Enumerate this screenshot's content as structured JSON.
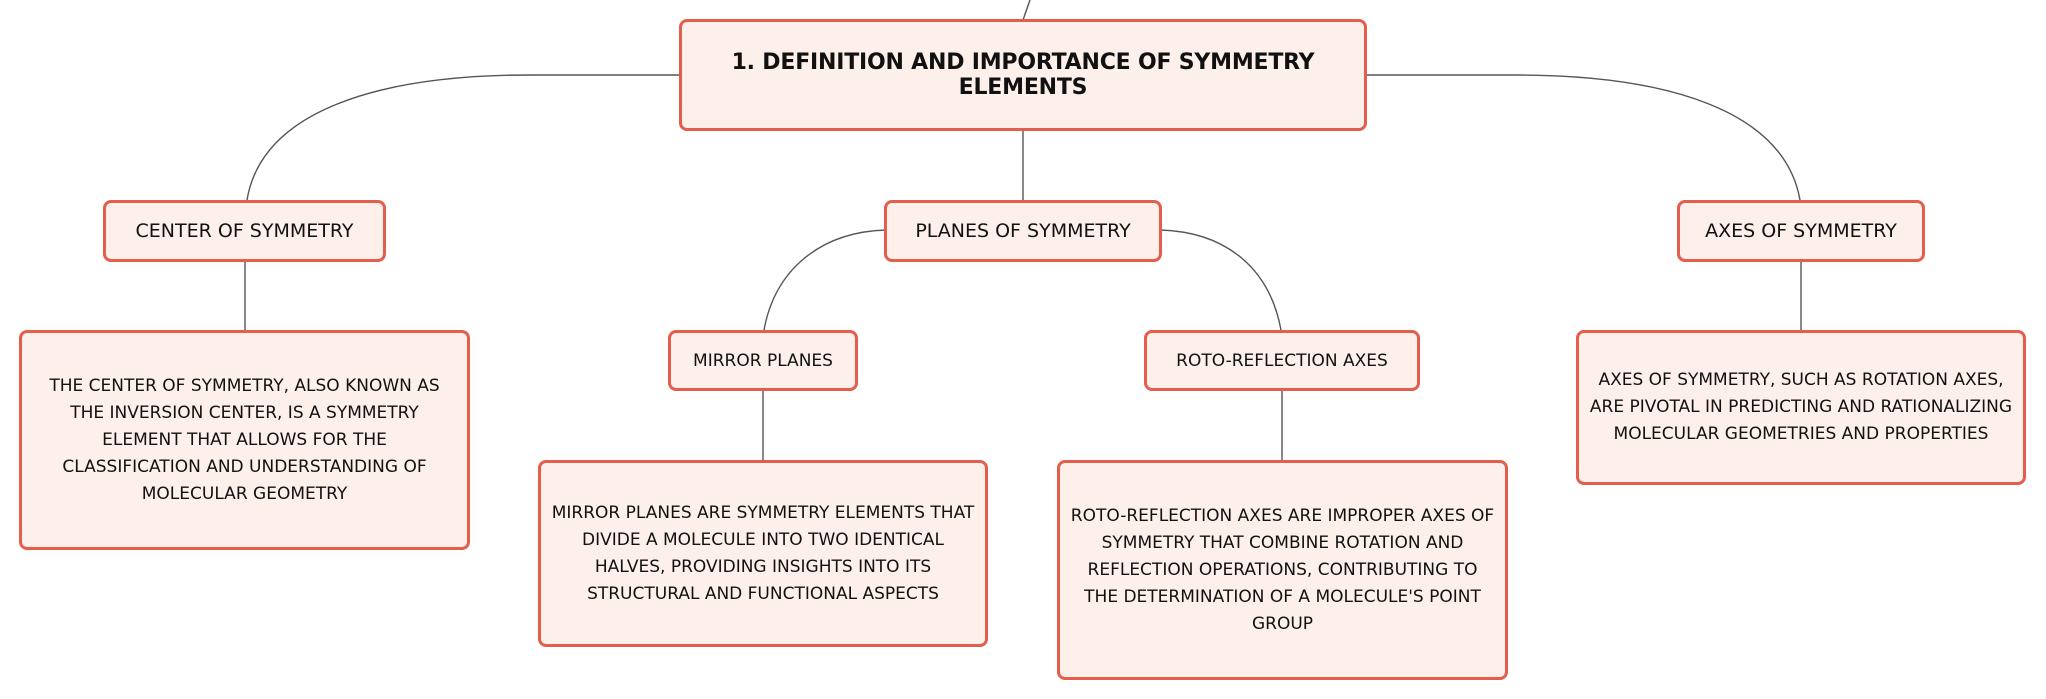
{
  "diagram": {
    "root": {
      "label": "1. DEFINITION AND IMPORTANCE OF SYMMETRY ELEMENTS"
    },
    "center": {
      "label": "CENTER OF SYMMETRY",
      "description": "THE CENTER OF SYMMETRY, ALSO KNOWN AS THE INVERSION CENTER, IS A SYMMETRY ELEMENT THAT ALLOWS FOR THE CLASSIFICATION AND UNDERSTANDING OF MOLECULAR GEOMETRY"
    },
    "planes": {
      "label": "PLANES OF SYMMETRY"
    },
    "mirror": {
      "label": "MIRROR PLANES",
      "description": "MIRROR PLANES ARE SYMMETRY ELEMENTS THAT DIVIDE A MOLECULE INTO TWO IDENTICAL HALVES, PROVIDING INSIGHTS INTO ITS STRUCTURAL AND FUNCTIONAL ASPECTS"
    },
    "roto": {
      "label": "ROTO-REFLECTION AXES",
      "description": "ROTO-REFLECTION AXES ARE IMPROPER AXES OF SYMMETRY THAT COMBINE ROTATION AND REFLECTION OPERATIONS, CONTRIBUTING TO THE DETERMINATION OF A MOLECULE'S POINT GROUP"
    },
    "axes": {
      "label": "AXES OF SYMMETRY",
      "description": "AXES OF SYMMETRY, SUCH AS ROTATION AXES, ARE PIVOTAL IN PREDICTING AND RATIONALIZING MOLECULAR GEOMETRIES AND PROPERTIES"
    }
  },
  "colors": {
    "node_border": "#e45e4e",
    "node_fill": "#fdefea",
    "connector": "#555555",
    "text": "#111111"
  }
}
